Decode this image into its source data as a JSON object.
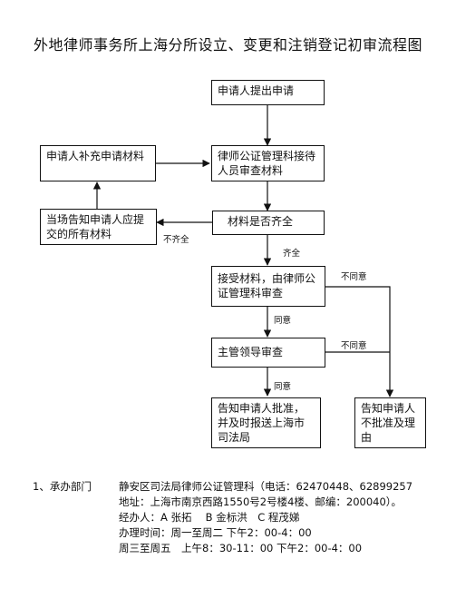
{
  "title": "外地律师事务所上海分所设立、变更和注销登记初审流程图",
  "nodes": {
    "applicant_submit": "申请人提出申请",
    "supplement": "申请人补充申请材料",
    "section_review": "律师公证管理科接待人员审查材料",
    "notify_onsite": "当场告知申请人应提交的所有材料",
    "complete_check": "材料是否齐全",
    "accept": "接受材料，由律师公证管理科审查",
    "leader_review": "主管领导审查",
    "notify_approve": "告知申请人批准，并及时报送上海市司法局",
    "notify_reject": "告知申请人不批准及理由"
  },
  "edge_labels": {
    "incomplete": "不齐全",
    "complete": "齐全",
    "agree_1": "同意",
    "agree_2": "同意",
    "disagree_1": "不同意",
    "disagree_2": "不同意"
  },
  "info": {
    "dept_label": "1、承办部门",
    "lines": [
      "静安区司法局律师公证管理科（电话：62470448、62899257",
      "地址：上海市南京西路1550号2号楼4楼、邮编：200040）。",
      "经办人：A 张拓　 B 金标洪　C 程茂娣",
      "办理时间：周一至周二 下午2：00-4：00",
      "周三至周五　上午8：30-11：00 下午2：00-4：00"
    ]
  }
}
